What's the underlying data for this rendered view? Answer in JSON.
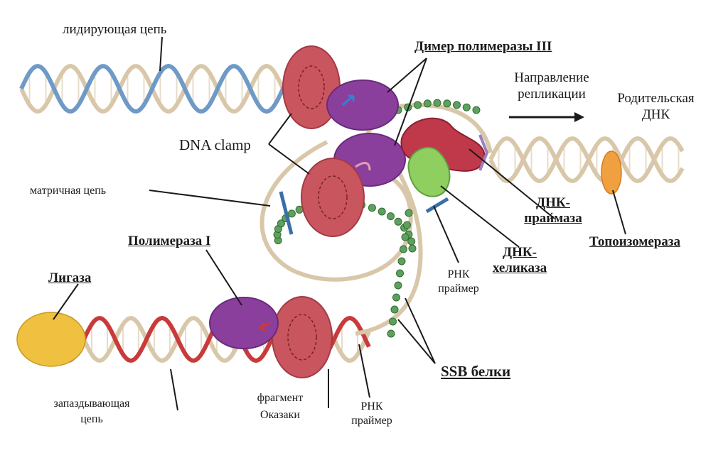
{
  "labels": {
    "leading_strand": "лидирующая цепь",
    "pol3_dimer": "Димер полимеразы III",
    "direction_line1": "Направление",
    "direction_line2": "репликации",
    "parental_line1": "Родительская",
    "parental_line2": "ДНК",
    "dna_clamp": "DNA clamp",
    "template_strand": "матричная цепь",
    "primase_line1": "ДНК-",
    "primase_line2": "праймаза",
    "topoisomerase": "Топоизомераза",
    "polymerase1": "Полимераза I",
    "helicase_line1": "ДНК-",
    "helicase_line2": "хеликаза",
    "rna_primer_top_line1": "РНК",
    "rna_primer_top_line2": "праймер",
    "ligase": "Лигаза",
    "ssb": "SSB белки",
    "lagging_line1": "запаздывающая",
    "lagging_line2": "цепь",
    "okazaki_line1": "фрагмент",
    "okazaki_line2": "Оказаки",
    "rna_primer_bottom_line1": "РНК",
    "rna_primer_bottom_line2": "праймер"
  },
  "colors": {
    "backbone": "#d9c7aa",
    "leading_new": "#6f9ac7",
    "lagging_new": "#c93a3a",
    "clamp": "#c9555f",
    "polymerase": "#8a3f9d",
    "primase": "#c0394a",
    "helicase": "#8fcf5f",
    "topoisomerase": "#f0a040",
    "ligase": "#f0c040",
    "ssb": "#5f9f5f"
  }
}
